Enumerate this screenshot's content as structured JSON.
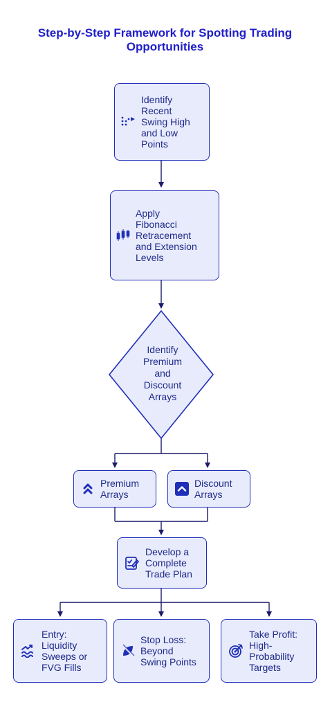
{
  "title": [
    "Step-by-Step Framework for Spotting Trading",
    "Opportunities"
  ],
  "nodes": {
    "swing": {
      "lines": [
        "Identify",
        "Recent",
        "Swing High",
        "and Low",
        "Points"
      ],
      "icon": "swing-dots-icon"
    },
    "fib": {
      "lines": [
        "Apply",
        "Fibonacci",
        "Retracement",
        "and Extension",
        "Levels"
      ],
      "icon": "candlestick-icon"
    },
    "arrays": {
      "lines": [
        "Identify",
        "Premium",
        "and",
        "Discount",
        "Arrays"
      ]
    },
    "premium": {
      "lines": [
        "Premium",
        "Arrays"
      ],
      "icon": "double-chevron-up-icon"
    },
    "discount": {
      "lines": [
        "Discount",
        "Arrays"
      ],
      "icon": "chevron-up-square-icon"
    },
    "plan": {
      "lines": [
        "Develop a",
        "Complete",
        "Trade Plan"
      ],
      "icon": "checklist-icon"
    },
    "entry": {
      "lines": [
        "Entry:",
        "Liquidity",
        "Sweeps or",
        "FVG Fills"
      ],
      "icon": "water-trend-icon"
    },
    "stop": {
      "lines": [
        "Stop Loss:",
        "Beyond",
        "Swing Points"
      ],
      "icon": "leaf-off-icon"
    },
    "profit": {
      "lines": [
        "Take Profit:",
        "High-",
        "Probability",
        "Targets"
      ],
      "icon": "target-arrow-icon"
    }
  },
  "colors": {
    "accent": "#1f1fc8",
    "node_fill": "#e8ebfb",
    "node_border": "#1f2fb8",
    "line": "#1a1a6a"
  }
}
